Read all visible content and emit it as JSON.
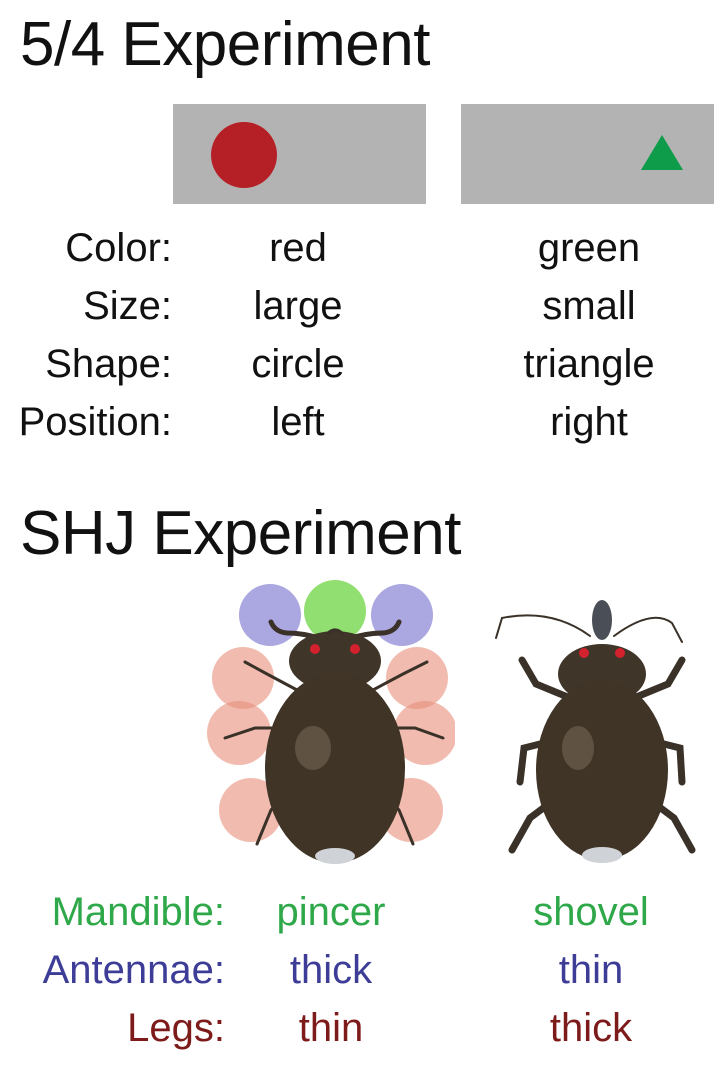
{
  "section1": {
    "title": "5/4 Experiment",
    "stimulus_a": {
      "shape_icon": "circle-icon",
      "color": "#b51f26"
    },
    "stimulus_b": {
      "shape_icon": "triangle-icon",
      "color": "#0e9c4a"
    },
    "rows": [
      {
        "label": "Color:",
        "a": "red",
        "b": "green"
      },
      {
        "label": "Size:",
        "a": "large",
        "b": "small"
      },
      {
        "label": "Shape:",
        "a": "circle",
        "b": "triangle"
      },
      {
        "label": "Position:",
        "a": "left",
        "b": "right"
      }
    ]
  },
  "section2": {
    "title": "SHJ Experiment",
    "beetle_a": {
      "icon": "beetle-icon",
      "highlight_colors": {
        "mandible": "#7ed957",
        "antennae": "#8f8ad6",
        "legs": "#e8907a"
      }
    },
    "beetle_b": {
      "icon": "beetle-icon"
    },
    "rows": [
      {
        "label": "Mandible:",
        "a": "pincer",
        "b": "shovel",
        "color": "#2fa84a"
      },
      {
        "label": "Antennae:",
        "a": "thick",
        "b": "thin",
        "color": "#3d3d98"
      },
      {
        "label": "Legs:",
        "a": "thin",
        "b": "thick",
        "color": "#7d1a1a"
      }
    ]
  }
}
